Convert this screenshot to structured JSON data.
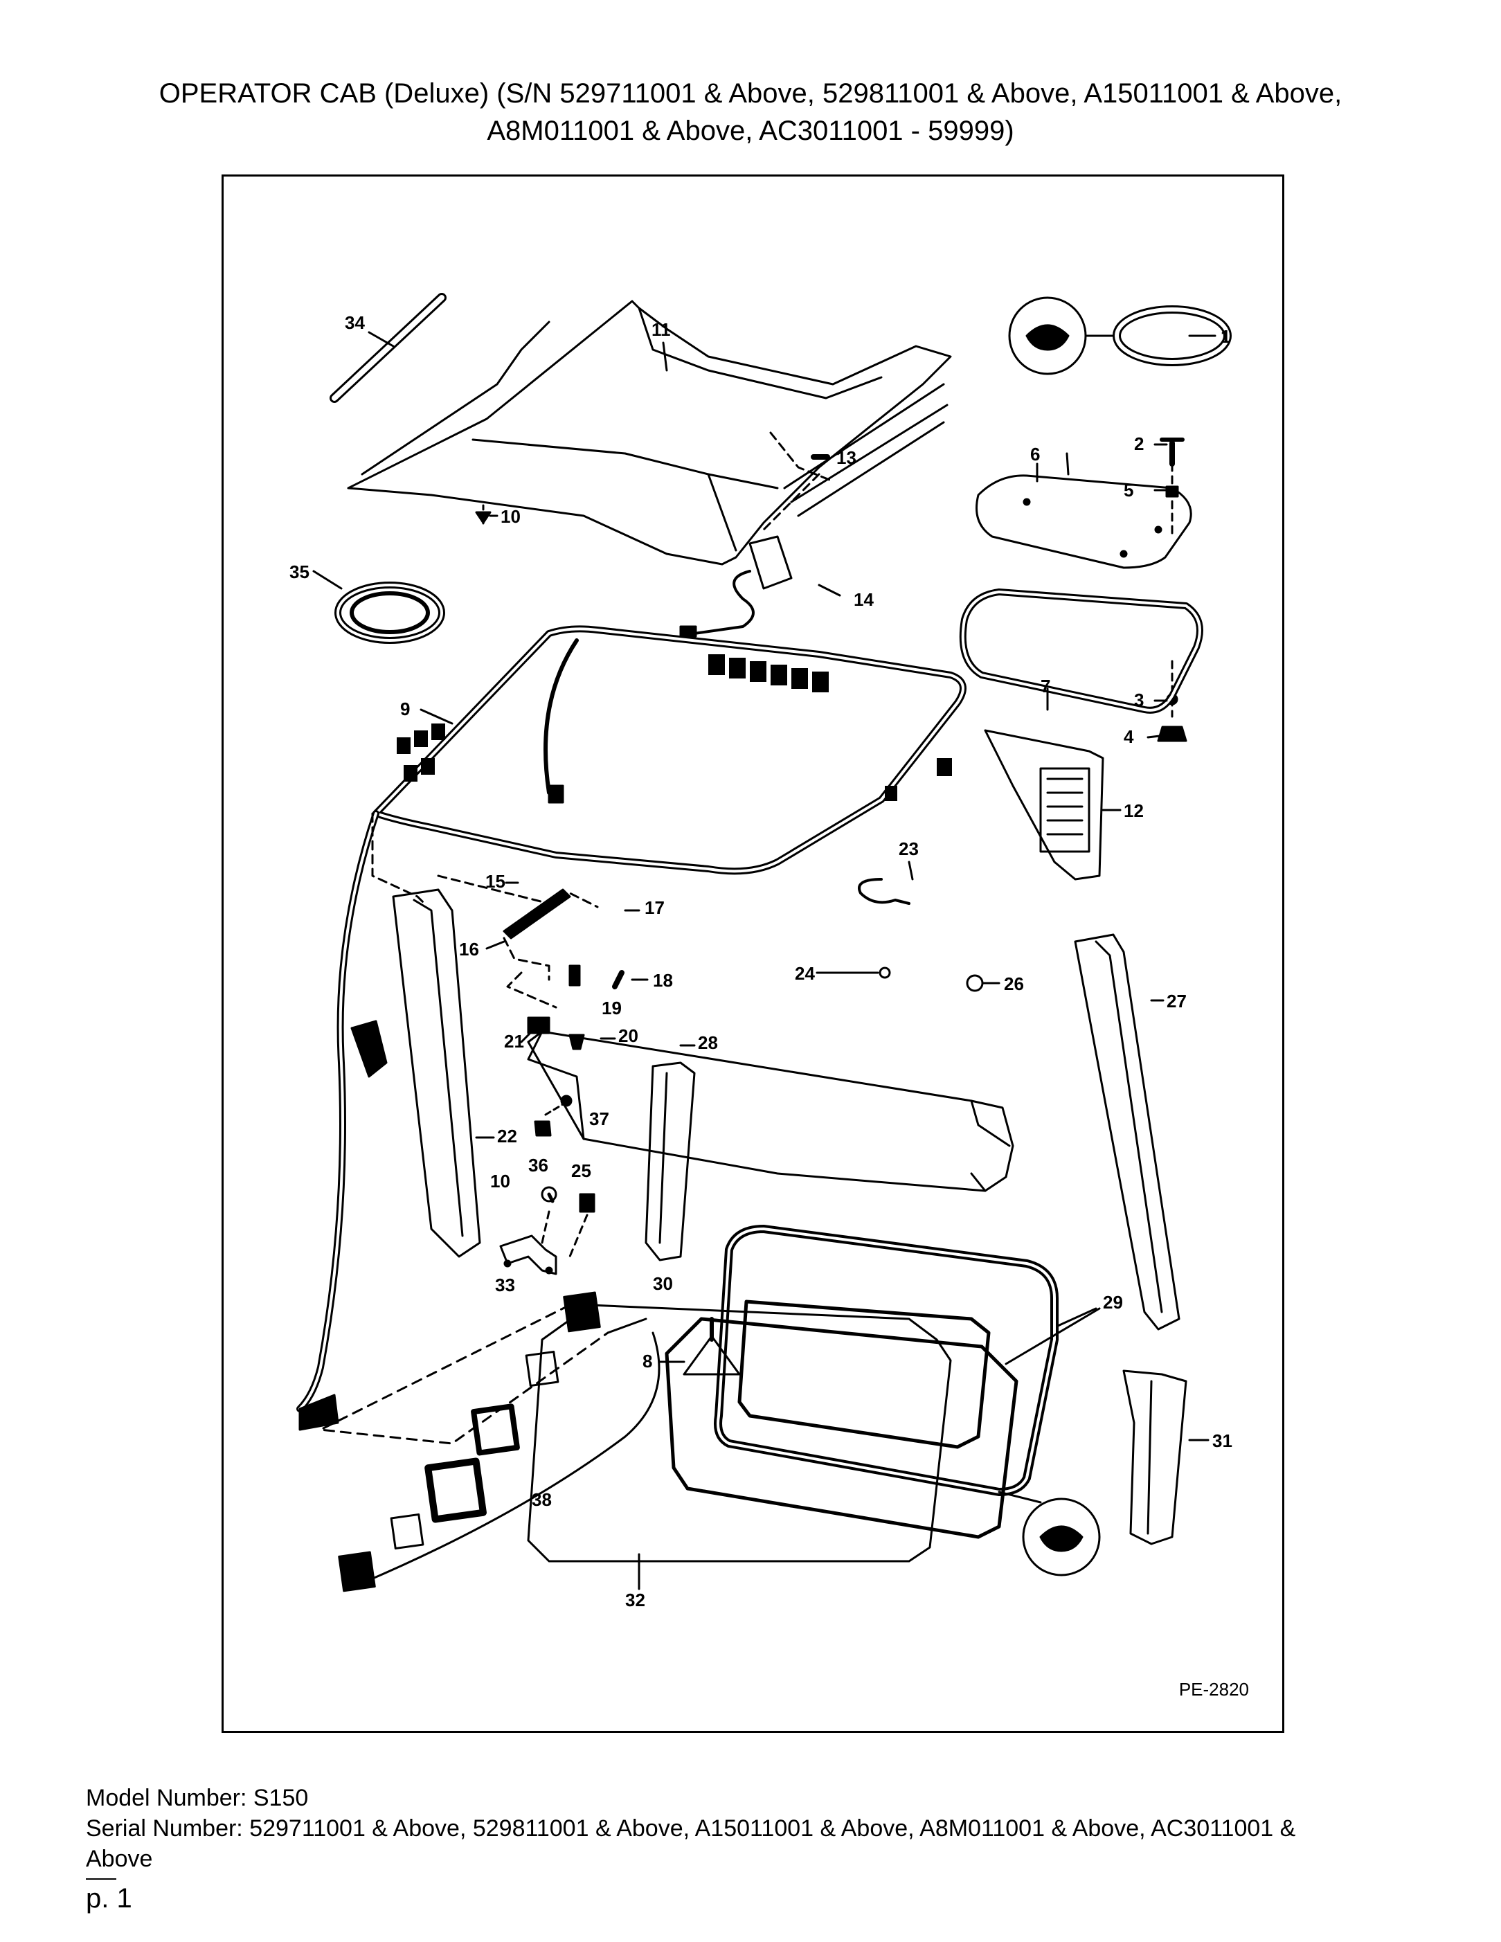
{
  "title": {
    "line1": "OPERATOR CAB (Deluxe) (S/N 529711001 & Above, 529811001 & Above, A15011001 & Above,",
    "line2": "A8M011001 & Above, AC3011001 - 59999)"
  },
  "diagram": {
    "code": "PE-2820",
    "callouts": [
      "1",
      "2",
      "3",
      "4",
      "5",
      "6",
      "7",
      "8",
      "9",
      "10",
      "10",
      "11",
      "12",
      "13",
      "14",
      "15",
      "16",
      "17",
      "18",
      "19",
      "20",
      "21",
      "22",
      "23",
      "24",
      "25",
      "26",
      "27",
      "28",
      "29",
      "30",
      "31",
      "32",
      "33",
      "34",
      "35",
      "36",
      "37",
      "38"
    ]
  },
  "footer": {
    "model": "Model Number: S150",
    "serial": "Serial Number: 529711001 & Above, 529811001 & Above, A15011001 & Above, A8M011001 & Above, AC3011001 &",
    "serial_cont": "Above",
    "page": "p. 1"
  }
}
